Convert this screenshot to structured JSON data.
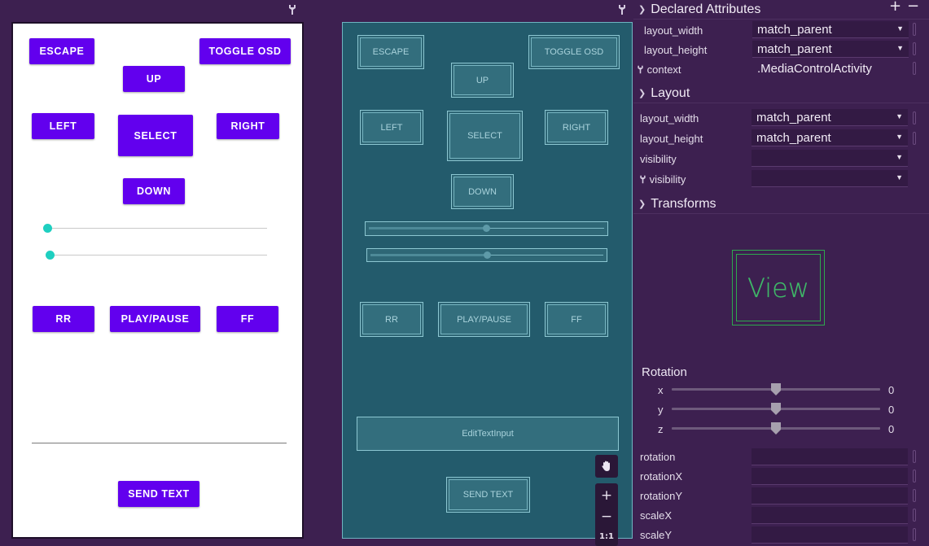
{
  "design": {
    "buttons": {
      "escape": "ESCAPE",
      "toggle_osd": "TOGGLE OSD",
      "up": "UP",
      "left": "LEFT",
      "select": "SELECT",
      "right": "RIGHT",
      "down": "DOWN",
      "rr": "RR",
      "play_pause": "PLAY/PAUSE",
      "ff": "FF",
      "send_text": "SEND TEXT"
    },
    "seekbar_1_progress": 0,
    "seekbar_2_progress": 0
  },
  "blueprint": {
    "buttons": {
      "escape": "ESCAPE",
      "toggle_osd": "TOGGLE OSD",
      "up": "UP",
      "left": "LEFT",
      "select": "SELECT",
      "right": "RIGHT",
      "down": "DOWN",
      "rr": "RR",
      "play_pause": "PLAY/PAUSE",
      "ff": "FF",
      "send_text": "SEND TEXT"
    },
    "edit_text": "EditTextInput",
    "seekbar_1_progress": 0.5,
    "seekbar_2_progress": 0.5
  },
  "zoom": {
    "zoom_in": "+",
    "zoom_out": "−",
    "one_to_one": "1:1"
  },
  "attributes": {
    "header_actions": {
      "add": "+",
      "remove": "−"
    },
    "declared": {
      "title": "Declared Attributes",
      "rows": [
        {
          "name": "layout_width",
          "value": "match_parent"
        },
        {
          "name": "layout_height",
          "value": "match_parent"
        },
        {
          "name": "context",
          "value": ".MediaControlActivity"
        }
      ]
    },
    "layout": {
      "title": "Layout",
      "rows": [
        {
          "name": "layout_width",
          "value": "match_parent"
        },
        {
          "name": "layout_height",
          "value": "match_parent"
        },
        {
          "name": "visibility",
          "value": ""
        },
        {
          "name": "visibility",
          "value": ""
        }
      ]
    },
    "transforms": {
      "title": "Transforms",
      "preview_label": "View",
      "rotation_title": "Rotation",
      "rotation": [
        {
          "axis": "x",
          "value": "0"
        },
        {
          "axis": "y",
          "value": "0"
        },
        {
          "axis": "z",
          "value": "0"
        }
      ],
      "rows": [
        {
          "name": "rotation",
          "value": ""
        },
        {
          "name": "rotationX",
          "value": ""
        },
        {
          "name": "rotationY",
          "value": ""
        },
        {
          "name": "scaleX",
          "value": ""
        },
        {
          "name": "scaleY",
          "value": ""
        }
      ]
    }
  },
  "colors": {
    "ide_background": "#3d2050",
    "material_primary": "#6200ee",
    "seekbar_thumb": "#1ecfc0",
    "blueprint_background": "#235b6c",
    "view_preview": "#2ea84e"
  }
}
